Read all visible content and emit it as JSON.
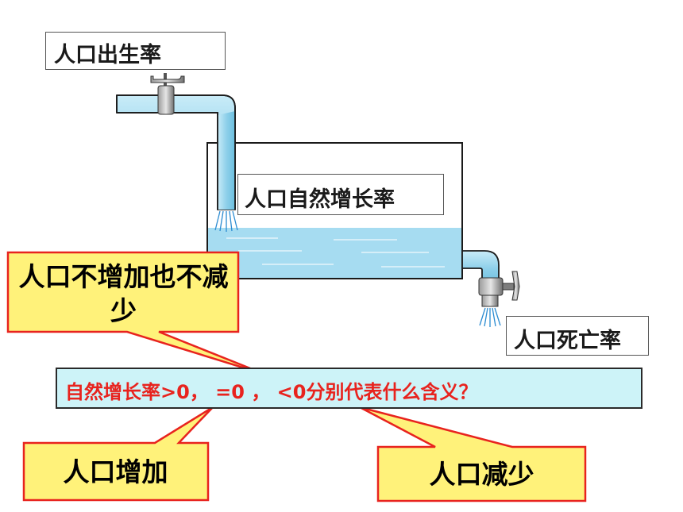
{
  "labels": {
    "birth_rate": "人口出生率",
    "natural_growth_rate": "人口自然增长率",
    "death_rate": "人口死亡率"
  },
  "question": "自然增长率>0，   =0 ，  <0分别代表什么含义？",
  "callouts": {
    "no_change": "人口不增加也不减少",
    "increase": "人口增加",
    "decrease": "人口减少"
  },
  "colors": {
    "water": "#a6dcf1",
    "pipe": "#8fd0ea",
    "pipe_outline": "#1a1a1a",
    "callout_fill": "#fff27a",
    "callout_border": "#e8231e",
    "question_fill": "#cdf3f8",
    "question_text": "#e8231e"
  },
  "icons": [
    "faucet-icon",
    "faucet-icon"
  ]
}
